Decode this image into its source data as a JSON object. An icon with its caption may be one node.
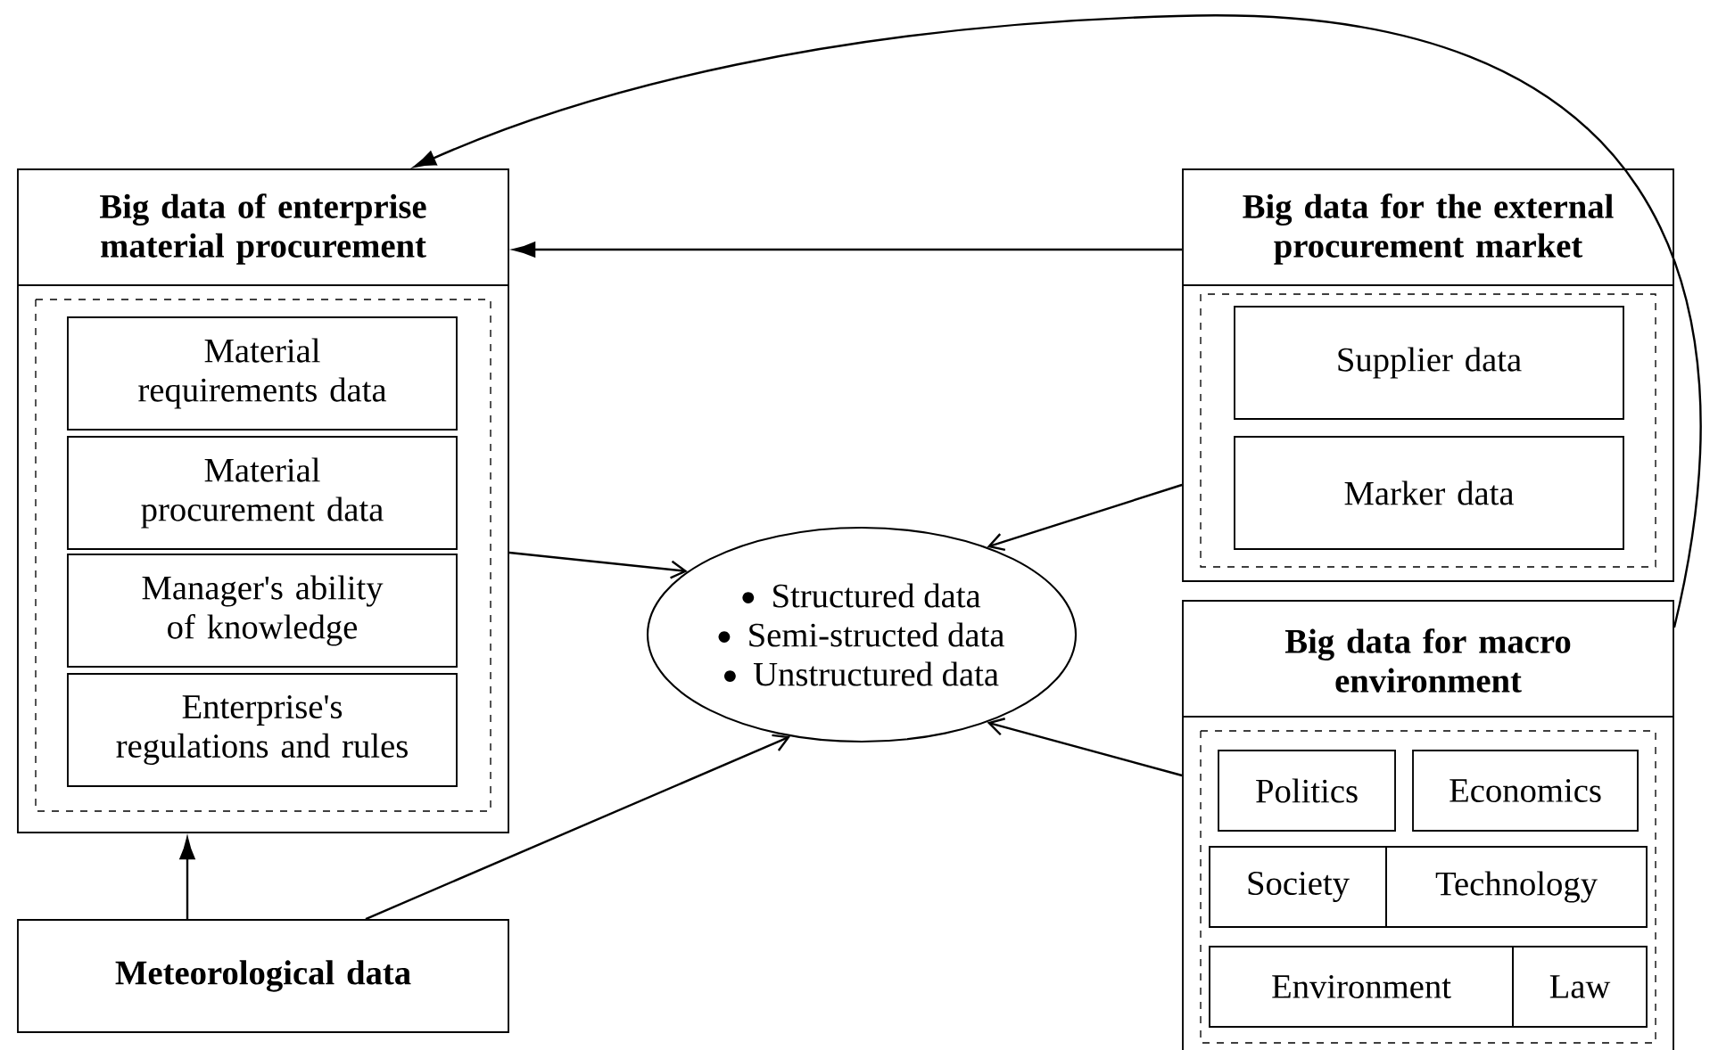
{
  "diagram": {
    "nodes": [
      {
        "text": [
          "Big data of enterprise material procurement"
        ]
      },
      {
        "text": [
          "Material requirements data"
        ],
        "in": 0
      },
      {
        "text": [
          "Material procurement data"
        ],
        "in": 0
      },
      {
        "text": [
          "Manager's ability of knowledge"
        ],
        "in": 0
      },
      {
        "text": [
          "Enterprise's regulations and rules"
        ],
        "in": 0
      },
      {
        "text": [
          "Meteorological data"
        ]
      },
      {
        "text": [
          "Structured data",
          "Semi-structed data",
          "Unstructured data"
        ]
      },
      {
        "text": [
          "Big data for the external procurement market"
        ]
      },
      {
        "text": [
          "Supplier data"
        ],
        "in": 7
      },
      {
        "text": [
          "Marker data"
        ],
        "in": 7
      },
      {
        "text": [
          "Big data for macro environment"
        ]
      },
      {
        "text": [
          "Politics"
        ],
        "in": 10
      },
      {
        "text": [
          "Economics"
        ],
        "in": 10
      },
      {
        "text": [
          "Society"
        ],
        "in": 10
      },
      {
        "text": [
          "Technology"
        ],
        "in": 10
      },
      {
        "text": [
          "Environment"
        ],
        "in": 10
      },
      {
        "text": [
          "Law"
        ],
        "in": 10
      }
    ],
    "edges": [
      {
        "from": 7,
        "to": 0,
        "arrow": "to"
      },
      {
        "from": 5,
        "to": 0,
        "arrow": "to"
      },
      {
        "from": 0,
        "to": 6,
        "arrow": "to"
      },
      {
        "from": 5,
        "to": 6,
        "arrow": "to"
      },
      {
        "from": 7,
        "to": 6,
        "arrow": "to"
      },
      {
        "from": 10,
        "to": 6,
        "arrow": "to"
      },
      {
        "from": 10,
        "to": 0,
        "arrow": "to"
      }
    ]
  }
}
